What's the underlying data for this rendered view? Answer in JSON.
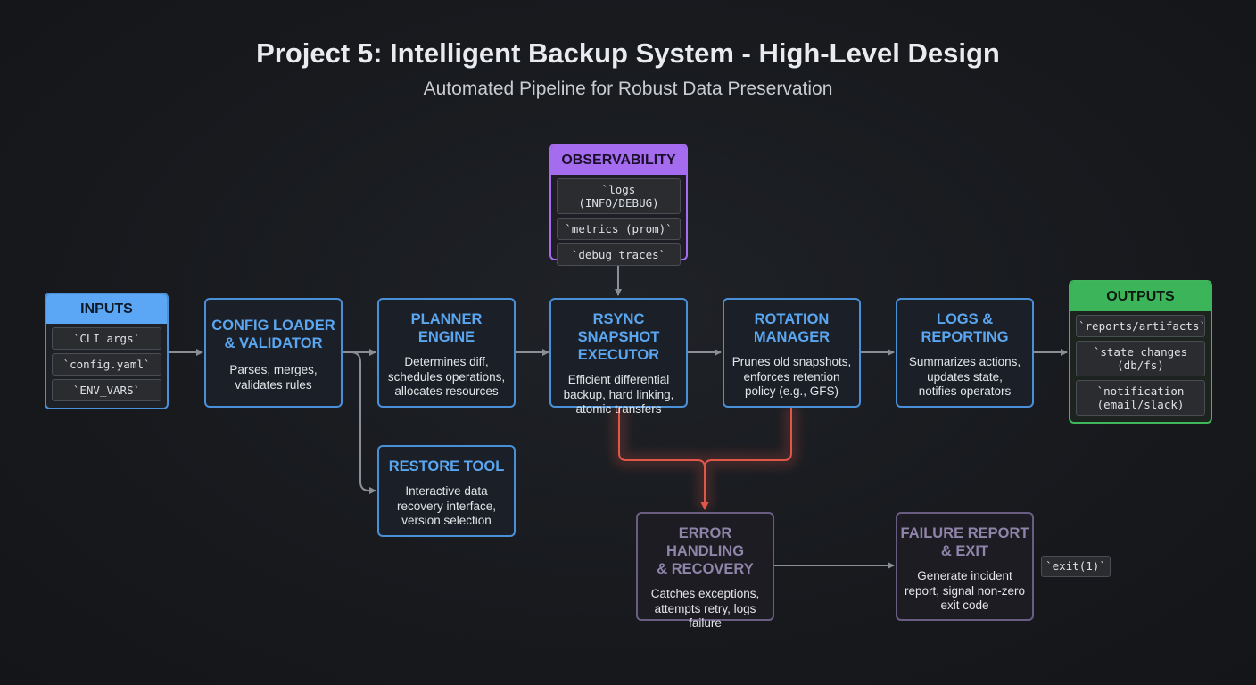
{
  "title": "Project 5: Intelligent Backup System - High-Level Design",
  "subtitle": "Automated Pipeline for Robust Data Preservation",
  "inputs": {
    "header": "INPUTS",
    "items": [
      "`CLI args`",
      "`config.yaml`",
      "`ENV_VARS`"
    ]
  },
  "observability": {
    "header": "OBSERVABILITY",
    "items": [
      "`logs (INFO/DEBUG)",
      "`metrics (prom)`",
      "`debug traces`"
    ]
  },
  "outputs": {
    "header": "OUTPUTS",
    "items": [
      "`reports/artifacts`",
      "`state changes\n(db/fs)",
      "`notification\n(email/slack)"
    ]
  },
  "nodes": {
    "config_loader": {
      "title": "CONFIG LOADER\n& VALIDATOR",
      "desc": "Parses, merges,\nvalidates rules"
    },
    "planner": {
      "title": "PLANNER\nENGINE",
      "desc": "Determines diff,\nschedules operations,\nallocates resources"
    },
    "rsync": {
      "title": "RSYNC SNAPSHOT\nEXECUTOR",
      "desc": "Efficient differential\nbackup, hard linking,\natomic transfers"
    },
    "rotation": {
      "title": "ROTATION\nMANAGER",
      "desc": "Prunes old snapshots,\nenforces retention\npolicy (e.g., GFS)"
    },
    "logs_reporting": {
      "title": "LOGS &\nREPORTING",
      "desc": "Summarizes actions,\nupdates state,\nnotifies operators"
    },
    "restore": {
      "title": "RESTORE TOOL",
      "desc": "Interactive data\nrecovery interface,\nversion selection"
    },
    "error_handling": {
      "title": "ERROR HANDLING\n& RECOVERY",
      "desc": "Catches exceptions,\nattempts retry, logs\nfailure"
    },
    "failure_report": {
      "title": "FAILURE REPORT\n& EXIT",
      "desc": "Generate incident\nreport, signal non-zero\nexit code"
    }
  },
  "exit_code": "`exit(1)`",
  "colors": {
    "main_border": "#4a90d9",
    "main_title": "#5aa6f0",
    "error_path": "#e0574a",
    "inputs_accent": "#5ba7f5",
    "outputs_accent": "#3cb55a",
    "observability_accent": "#a56cf0",
    "failure_border": "#6a5d84",
    "connector": "#8a8f96"
  }
}
